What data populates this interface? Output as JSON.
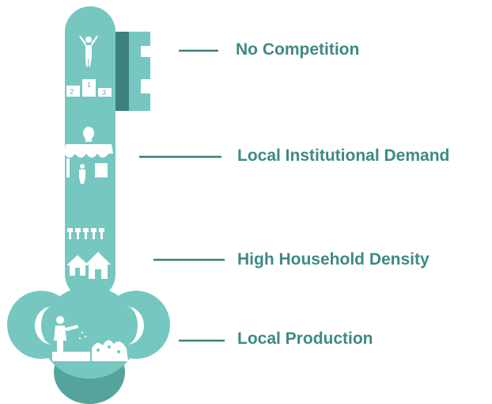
{
  "labels": [
    "No Competition",
    "Local Institutional Demand",
    "High Household Density",
    "Local Production"
  ],
  "podium_numbers": [
    "2",
    "1",
    "3"
  ],
  "icons": {
    "podium": "podium-winner-icon",
    "market": "market-stall-icon",
    "households": "household-density-icon",
    "production": "farmer-garden-icon"
  },
  "colors": {
    "key_light": "#76c7c0",
    "key_dark": "#54a49c",
    "key_teeth_shadow": "#3e817b",
    "text": "#3d8a84",
    "connector": "#3d7f79",
    "icon": "#ffffff"
  }
}
